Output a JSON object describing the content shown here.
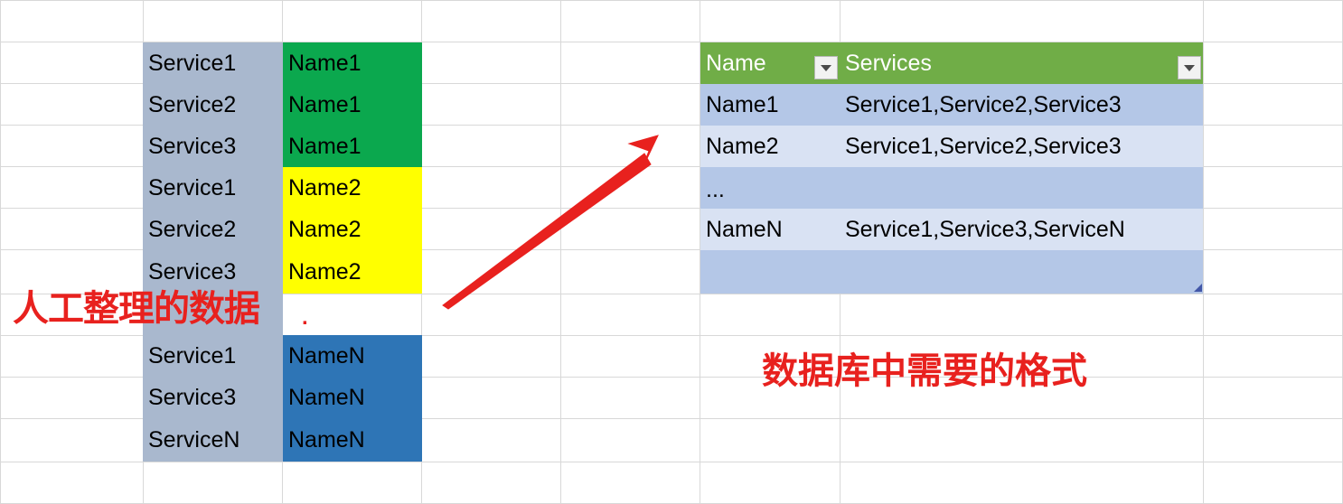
{
  "app": {
    "kind": "spreadsheet-illustration",
    "colors": {
      "gridline": "#d8d8d8",
      "manual_key_fill": "#a9b8ce",
      "group1_fill": "#0ba84e",
      "group2_fill": "#ffff00",
      "groupN_fill": "#2e75b6",
      "table_header_fill": "#70ad47",
      "table_band_dark": "#b4c7e7",
      "table_band_light": "#d9e2f3",
      "annotation_red": "#e8211e",
      "arrow_red": "#e8211e",
      "resize_handle": "#4257a8"
    }
  },
  "manual_table": {
    "rows": [
      {
        "service": "Service1",
        "name": "Name1",
        "group": "group1"
      },
      {
        "service": "Service2",
        "name": "Name1",
        "group": "group1"
      },
      {
        "service": "Service3",
        "name": "Name1",
        "group": "group1"
      },
      {
        "service": "Service1",
        "name": "Name2",
        "group": "group2"
      },
      {
        "service": "Service2",
        "name": "Name2",
        "group": "group2"
      },
      {
        "service": "Service3",
        "name": "Name2",
        "group": "group2"
      },
      {
        "service": "Service1",
        "name": "NameN",
        "group": "groupN"
      },
      {
        "service": "Service3",
        "name": "NameN",
        "group": "groupN"
      },
      {
        "service": "ServiceN",
        "name": "NameN",
        "group": "groupN"
      }
    ]
  },
  "db_table": {
    "headers": [
      {
        "label": "Name",
        "filter_icon": "filter-dropdown-icon"
      },
      {
        "label": "Services",
        "filter_icon": "filter-dropdown-icon"
      }
    ],
    "rows": [
      {
        "name": "Name1",
        "services": "Service1,Service2,Service3"
      },
      {
        "name": "Name2",
        "services": "Service1,Service2,Service3"
      },
      {
        "name": "...",
        "services": ""
      },
      {
        "name": "NameN",
        "services": "Service1,Service3,ServiceN"
      },
      {
        "name": "",
        "services": ""
      }
    ]
  },
  "annotations": {
    "left_label": "人工整理的数据",
    "left_label_suffix": ".",
    "right_label": "数据库中需要的格式",
    "arrow": "red-arrow-pointing-up-right"
  }
}
